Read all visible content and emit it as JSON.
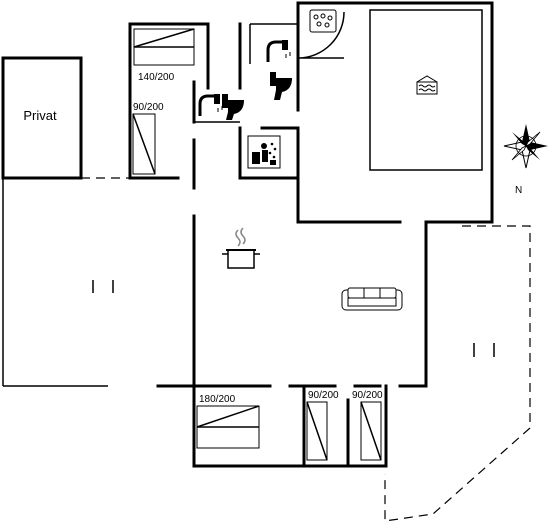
{
  "labels": {
    "privat": "Privat",
    "bed_top_double": "140/200",
    "bed_top_single": "90/200",
    "bed_bottom_double": "180/200",
    "bed_bottom_single_left": "90/200",
    "bed_bottom_single_right": "90/200",
    "north": "N"
  },
  "icons": [
    "jacuzzi-icon",
    "shower-icon",
    "toilet-icon",
    "sauna-icon",
    "pool-icon",
    "pot-icon",
    "sofa-icon",
    "compass-icon"
  ],
  "colors": {
    "line": "#000000",
    "background": "#ffffff"
  }
}
